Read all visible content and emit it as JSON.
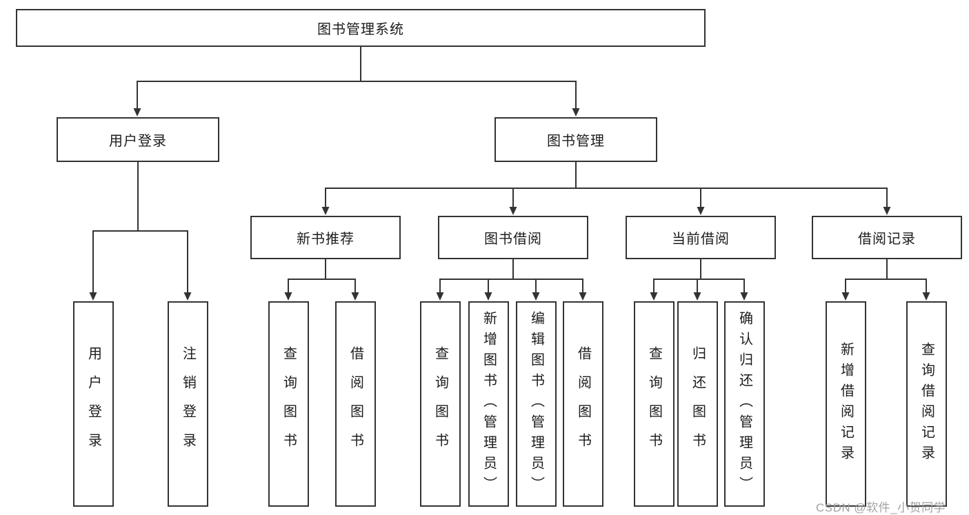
{
  "colors": {
    "line": "#333333",
    "ink": "#1c1c1c",
    "wm": "#a3a3a3"
  },
  "watermark": "CSDN @软件_小贺同学",
  "nodes": {
    "root": {
      "label": "图书管理系统"
    },
    "user_login": {
      "label": "用户登录"
    },
    "book_mgmt": {
      "label": "图书管理"
    },
    "new_book": {
      "label": "新书推荐"
    },
    "borrow": {
      "label": "图书借阅"
    },
    "current": {
      "label": "当前借阅"
    },
    "record": {
      "label": "借阅记录"
    },
    "leaves": {
      "user": [
        "用户登录",
        "注销登录"
      ],
      "new_book": [
        "查询图书",
        "借阅图书"
      ],
      "borrow": [
        "查询图书",
        "新增图书（管理员）",
        "编辑图书（管理员）",
        "借阅图书"
      ],
      "current": [
        "查询图书",
        "归还图书",
        "确认归还（管理员）"
      ],
      "record": [
        "新增借阅记录",
        "查询借阅记录"
      ]
    }
  }
}
